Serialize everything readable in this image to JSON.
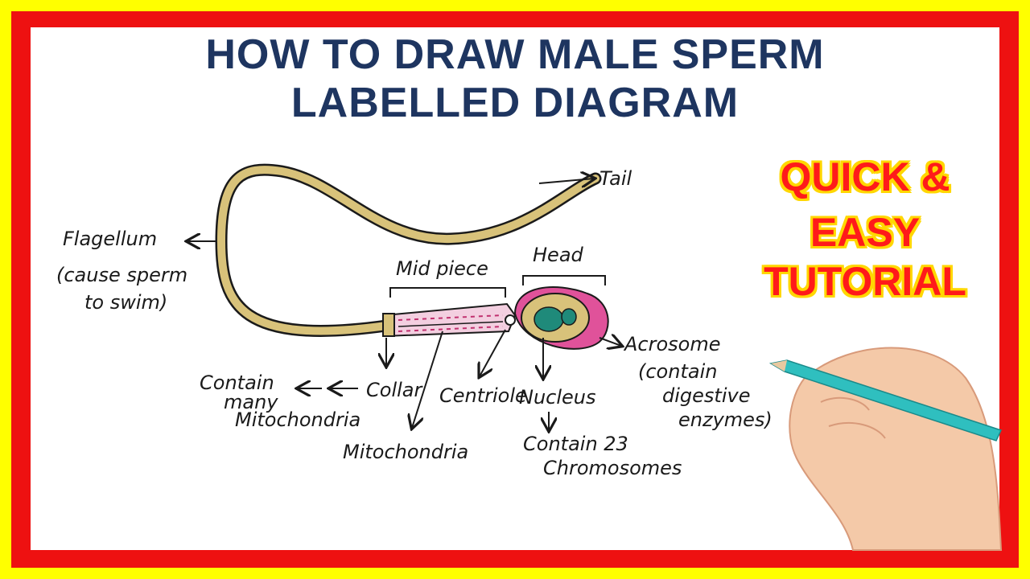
{
  "title": {
    "line1": "HOW TO DRAW MALE SPERM",
    "line2": "LABELLED DIAGRAM"
  },
  "badge": {
    "line1": "QUICK &",
    "line2": "EASY",
    "line3": "TUTORIAL"
  },
  "labels": {
    "tail": "Tail",
    "flagellum": "Flagellum",
    "flagellum_note1": "(cause sperm",
    "flagellum_note2": "to swim)",
    "mid_piece": "Mid piece",
    "head": "Head",
    "acrosome": "Acrosome",
    "acrosome_note1": "(contain",
    "acrosome_note2": "digestive",
    "acrosome_note3": "enzymes)",
    "collar": "Collar",
    "contain_mito1": "Contain",
    "contain_mito2": "many",
    "contain_mito3": "Mitochondria",
    "centriole": "Centriole",
    "nucleus": "Nucleus",
    "mitochondria": "Mitochondria",
    "chromo1": "Contain 23",
    "chromo2": "Chromosomes"
  },
  "colors": {
    "frame_outer": "#ffff00",
    "frame_inner": "#ee1111",
    "title": "#1e3560",
    "badge_text": "#ff1a1a",
    "badge_outline": "#ffd700",
    "tail_fill": "#d8c27a",
    "head_pink": "#e0529a",
    "nucleus": "#1f8a7a",
    "pencil": "#2fbfbf"
  }
}
